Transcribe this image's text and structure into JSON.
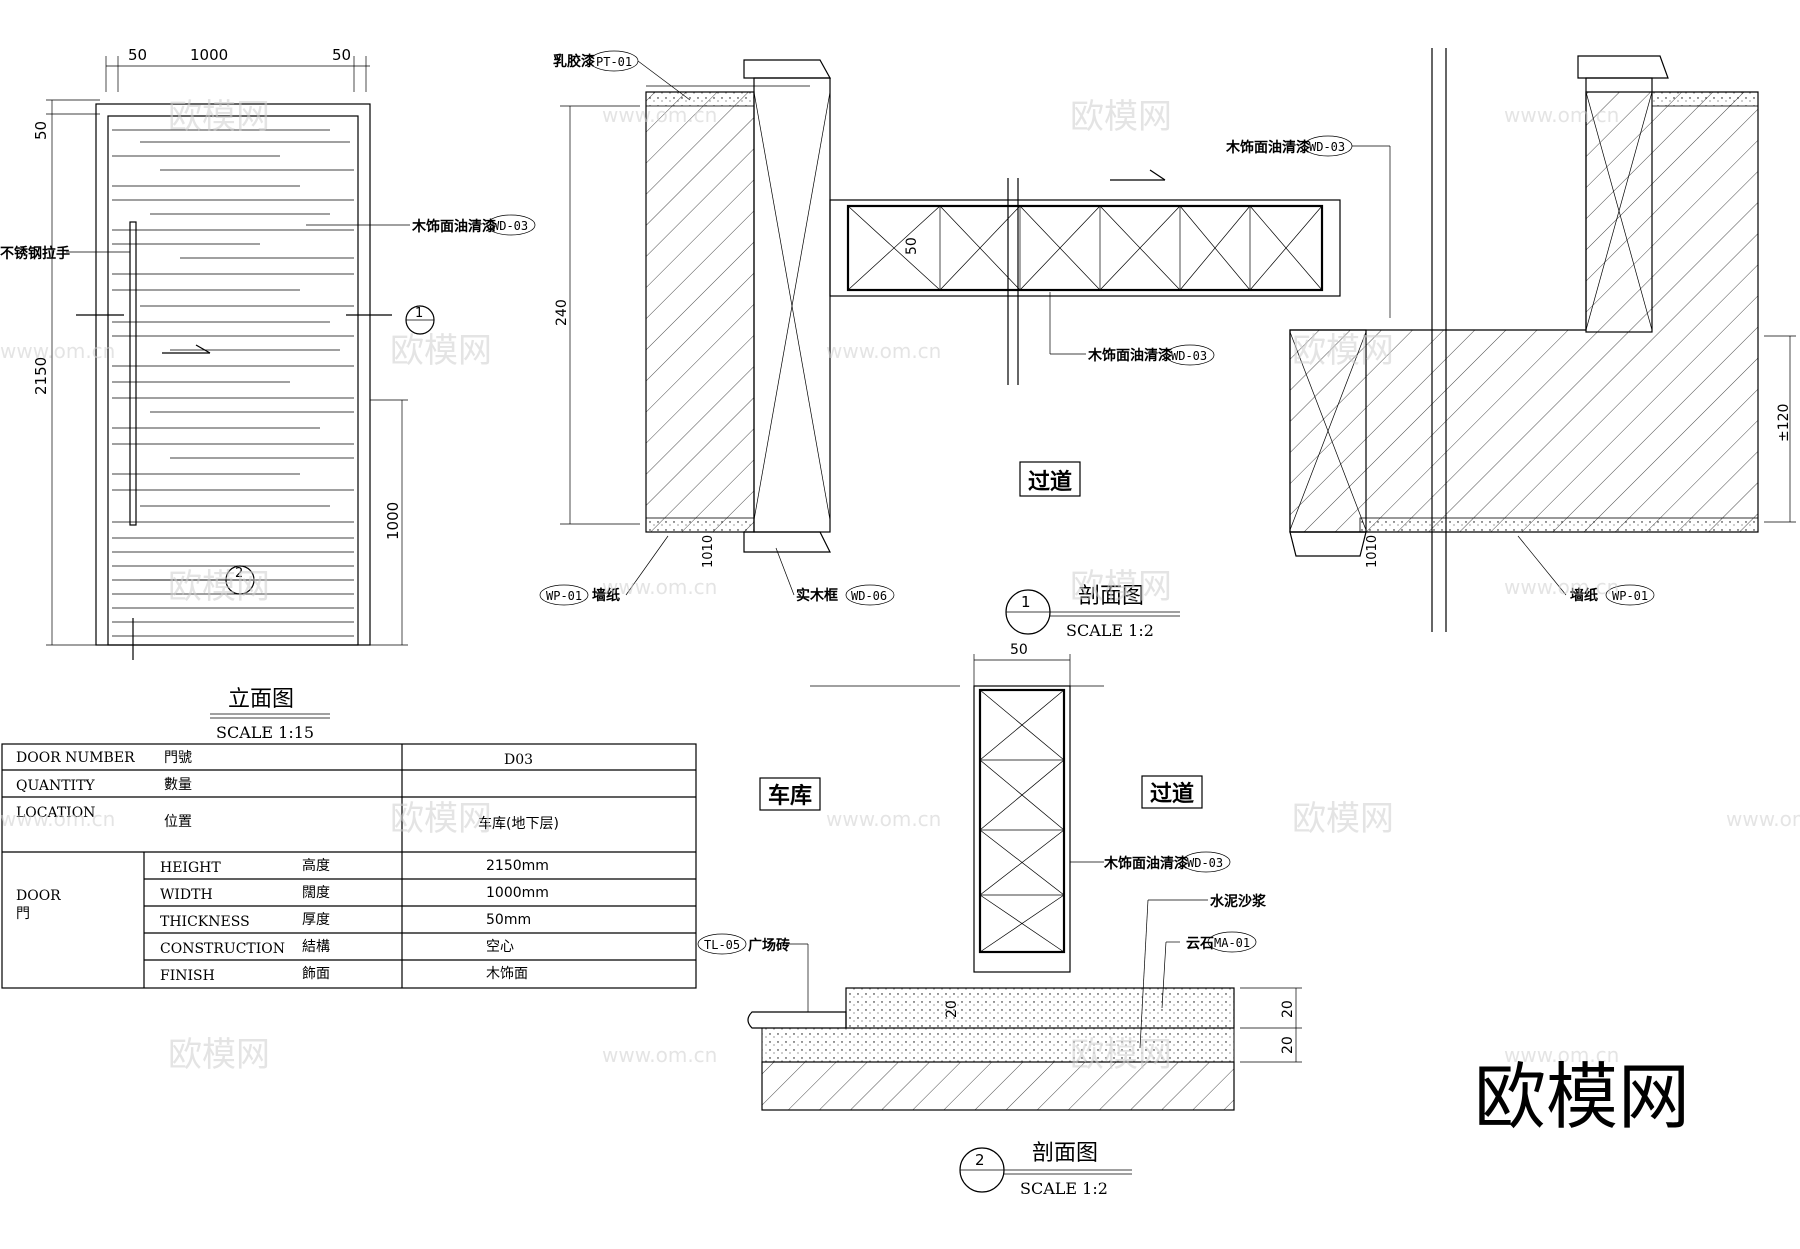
{
  "elevation": {
    "title": "立面图",
    "scale": "SCALE 1:15",
    "dims": {
      "left_margin": "50",
      "width": "1000",
      "right_margin": "50",
      "top_margin": "50",
      "height": "2150",
      "handle_height": "1000"
    },
    "label_handle": "不锈钢拉手",
    "label_finish": "木饰面油清漆",
    "tag_finish": "WD-03",
    "marker_1": "1",
    "marker_2": "2"
  },
  "section1": {
    "title": "剖面图",
    "scale": "SCALE 1:2",
    "number": "1",
    "room": "过道",
    "labels": {
      "latex": "乳胶漆",
      "latex_tag": "PT-01",
      "wood_finish": "木饰面油清漆",
      "wood_finish_tag": "WD-03",
      "wallpaper": "墙纸",
      "wallpaper_tag": "WP-01",
      "frame": "实木框",
      "frame_tag": "WD-06"
    },
    "dims": {
      "d240": "240",
      "d50": "50",
      "d1010": "1010",
      "d120": "±120"
    }
  },
  "section2": {
    "title": "剖面图",
    "scale": "SCALE 1:2",
    "number": "2",
    "room_left": "车库",
    "room_right": "过道",
    "labels": {
      "wood_finish": "木饰面油清漆",
      "wood_finish_tag": "WD-03",
      "mortar": "水泥沙浆",
      "stone": "云石",
      "stone_tag": "MA-01",
      "tile": "广场砖",
      "tile_tag": "TL-05"
    },
    "dims": {
      "d50": "50",
      "d20": "20"
    }
  },
  "schedule": {
    "door_number_label": "DOOR NUMBER",
    "door_number_zh": "門號",
    "door_number_value": "D03",
    "quantity_label": "QUANTITY",
    "quantity_zh": "數量",
    "quantity_value": "",
    "location_label": "LOCATION",
    "location_zh": "位置",
    "location_value": "车库(地下层)",
    "door_label": "DOOR",
    "door_zh": "門",
    "rows": [
      {
        "en": "HEIGHT",
        "zh": "高度",
        "value": "2150mm"
      },
      {
        "en": "WIDTH",
        "zh": "闊度",
        "value": "1000mm"
      },
      {
        "en": "THICKNESS",
        "zh": "厚度",
        "value": "50mm"
      },
      {
        "en": "CONSTRUCTION",
        "zh": "結構",
        "value": "空心"
      },
      {
        "en": "FINISH",
        "zh": "飾面",
        "value": "木饰面"
      }
    ]
  },
  "watermark": {
    "brand": "欧模网",
    "url": "www.om.cn"
  }
}
